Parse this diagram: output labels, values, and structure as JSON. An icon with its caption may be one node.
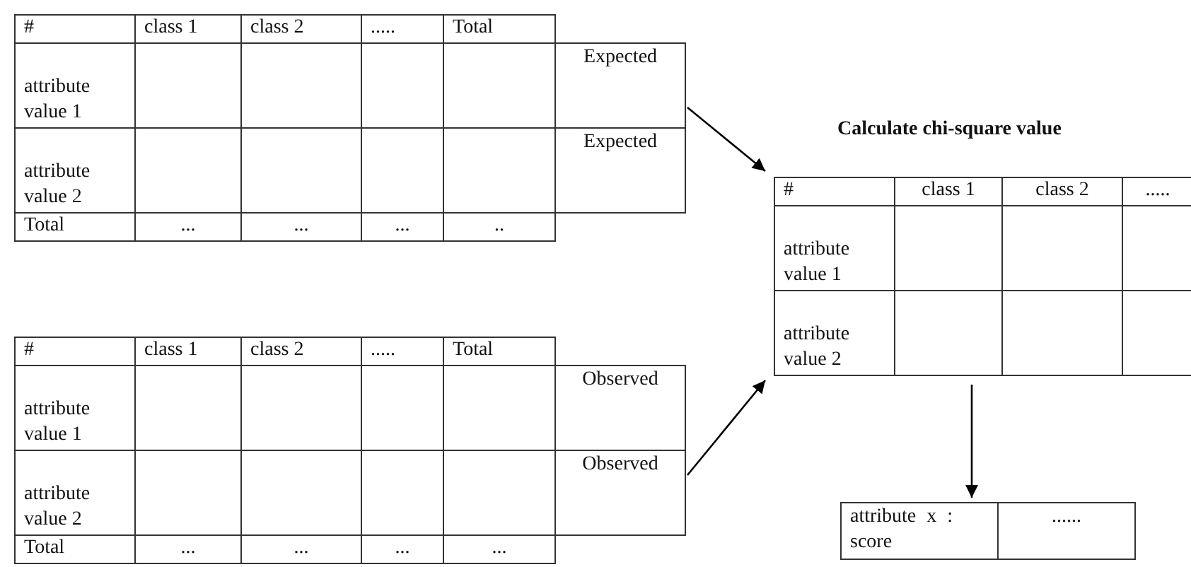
{
  "diagram": {
    "nodes": [
      {
        "text": [
          "#",
          "class 1",
          "class 2",
          ".....",
          "Total",
          "attribute value 1",
          "Expected",
          "attribute value 2",
          "Expected",
          "Total",
          "...",
          "...",
          "...",
          ".."
        ]
      },
      {
        "text": [
          "#",
          "class 1",
          "class 2",
          ".....",
          "Total",
          "attribute value 1",
          "Observed",
          "attribute value 2",
          "Observed",
          "Total",
          "...",
          "...",
          "...",
          "..."
        ]
      },
      {
        "text": [
          "#",
          "class 1",
          "class 2",
          ".....",
          "attribute value 1",
          "attribute value 2"
        ]
      },
      {
        "text": [
          "attribute x : score",
          "......"
        ]
      }
    ],
    "edges": [
      {
        "from": 0,
        "to": 2,
        "arrow": "to"
      },
      {
        "from": 1,
        "to": 2,
        "arrow": "to"
      },
      {
        "from": 2,
        "to": 3,
        "arrow": "to"
      }
    ],
    "labels": [
      "Calculate chi-square value"
    ]
  }
}
